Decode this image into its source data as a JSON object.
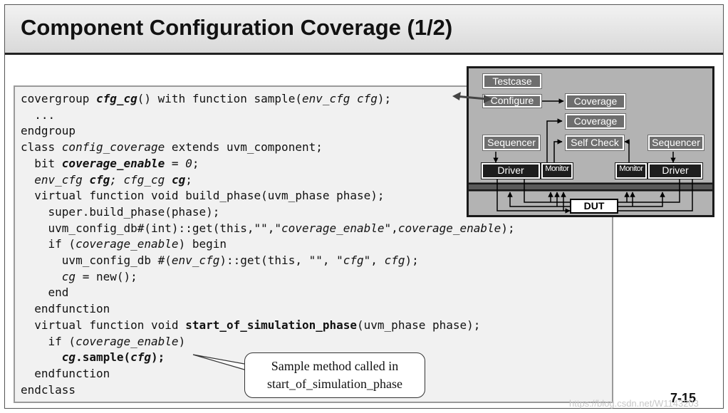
{
  "title": "Component Configuration Coverage (1/2)",
  "code_lines": [
    [
      {
        "t": "covergroup ",
        "s": ""
      },
      {
        "t": "cfg_cg",
        "s": "bi"
      },
      {
        "t": "() with function sample(",
        "s": ""
      },
      {
        "t": "env_cfg cfg",
        "s": "i"
      },
      {
        "t": ");",
        "s": ""
      }
    ],
    [
      {
        "t": "  ...",
        "s": ""
      }
    ],
    [
      {
        "t": "endgroup",
        "s": ""
      }
    ],
    [
      {
        "t": "class ",
        "s": ""
      },
      {
        "t": "config_coverage",
        "s": "i"
      },
      {
        "t": " extends uvm_component;",
        "s": ""
      }
    ],
    [
      {
        "t": "  bit ",
        "s": ""
      },
      {
        "t": "coverage_enable",
        "s": "bi"
      },
      {
        "t": " = ",
        "s": ""
      },
      {
        "t": "0",
        "s": "i"
      },
      {
        "t": ";",
        "s": ""
      }
    ],
    [
      {
        "t": "  ",
        "s": ""
      },
      {
        "t": "env_cfg ",
        "s": "i"
      },
      {
        "t": "cfg",
        "s": "bi"
      },
      {
        "t": "; cfg_cg ",
        "s": "i"
      },
      {
        "t": "cg",
        "s": "bi"
      },
      {
        "t": ";",
        "s": ""
      }
    ],
    [
      {
        "t": "  virtual function void build_phase(uvm_phase phase);",
        "s": ""
      }
    ],
    [
      {
        "t": "    super.build_phase(phase);",
        "s": ""
      }
    ],
    [
      {
        "t": "    uvm_config_db#(int)::get(this,\"\",\"",
        "s": ""
      },
      {
        "t": "coverage_enable",
        "s": "i"
      },
      {
        "t": "\",",
        "s": ""
      },
      {
        "t": "coverage_enable",
        "s": "i"
      },
      {
        "t": ");",
        "s": ""
      }
    ],
    [
      {
        "t": "    if (",
        "s": ""
      },
      {
        "t": "coverage_enable",
        "s": "i"
      },
      {
        "t": ") begin",
        "s": ""
      }
    ],
    [
      {
        "t": "      uvm_config_db #(",
        "s": ""
      },
      {
        "t": "env_cfg",
        "s": "i"
      },
      {
        "t": ")::get(this, \"\", \"",
        "s": ""
      },
      {
        "t": "cfg",
        "s": "i"
      },
      {
        "t": "\", ",
        "s": ""
      },
      {
        "t": "cfg",
        "s": "i"
      },
      {
        "t": ");",
        "s": ""
      }
    ],
    [
      {
        "t": "      ",
        "s": ""
      },
      {
        "t": "cg",
        "s": "i"
      },
      {
        "t": " = new();",
        "s": ""
      }
    ],
    [
      {
        "t": "    end",
        "s": ""
      }
    ],
    [
      {
        "t": "  endfunction",
        "s": ""
      }
    ],
    [
      {
        "t": "  virtual function void ",
        "s": ""
      },
      {
        "t": "start_of_simulation_phase",
        "s": "b"
      },
      {
        "t": "(uvm_phase phase);",
        "s": ""
      }
    ],
    [
      {
        "t": "    if (",
        "s": ""
      },
      {
        "t": "coverage_enable",
        "s": "i"
      },
      {
        "t": ")",
        "s": ""
      }
    ],
    [
      {
        "t": "      ",
        "s": ""
      },
      {
        "t": "cg",
        "s": "bi"
      },
      {
        "t": ".sample(",
        "s": "b"
      },
      {
        "t": "cfg",
        "s": "bi"
      },
      {
        "t": ");",
        "s": "b"
      }
    ],
    [
      {
        "t": "  endfunction",
        "s": ""
      }
    ],
    [
      {
        "t": "endclass",
        "s": ""
      }
    ]
  ],
  "diagram": {
    "testcase": "Testcase",
    "configure": "Configure",
    "coverage_1": "Coverage",
    "coverage_2": "Coverage",
    "sequencer_left": "Sequencer",
    "self_check": "Self Check",
    "sequencer_right": "Sequencer",
    "driver_left": "Driver",
    "monitor_left": "Monitor",
    "monitor_right": "Monitor",
    "driver_right": "Driver",
    "dut": "DUT"
  },
  "callout": {
    "line1": "Sample method called in",
    "line2": "start_of_simulation_phase"
  },
  "page_number": "7-15",
  "watermark": "https://blog.csdn.net/W1143203"
}
